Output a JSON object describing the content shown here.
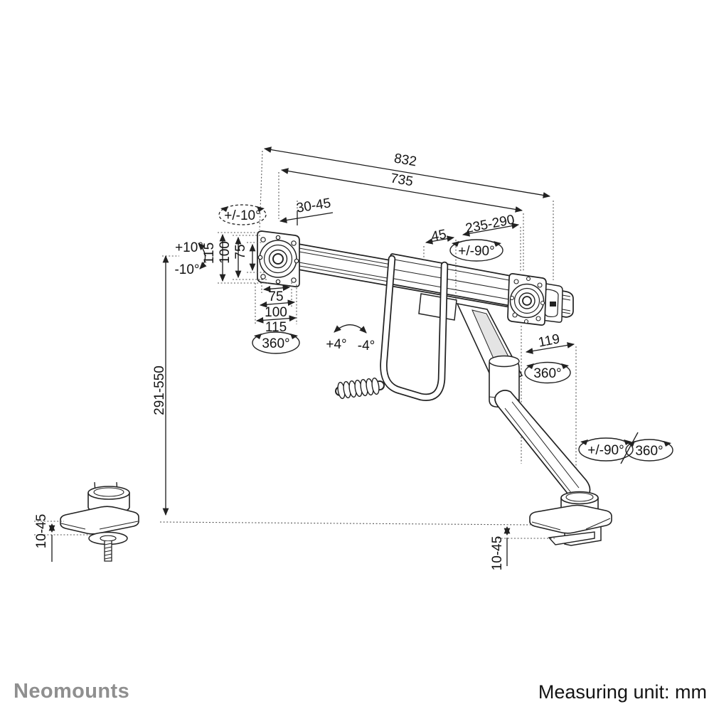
{
  "colors": {
    "background": "#ffffff",
    "line": "#222222",
    "brand_gray": "#8f8f8f",
    "text": "#141414"
  },
  "footer": {
    "brand": "Neomounts",
    "measuring_unit": "Measuring unit: mm"
  },
  "labels": {
    "dim_832": "832",
    "dim_735": "735",
    "dim_30_45": "30-45",
    "badge_tilt": "+/-10°",
    "tilt_up": "+10°",
    "tilt_down": "-10°",
    "dim_115_v": "115",
    "dim_100_v": "100",
    "dim_75_v": "75",
    "dim_75_h": "75",
    "dim_100_h": "100",
    "dim_115_h": "115",
    "badge_rotate_left": "360°",
    "rail_tilt_up": "+4°",
    "rail_tilt_down": "-4°",
    "dim_45": "45",
    "dim_235_290": "235-290",
    "badge_swivel_mid": "+/-90°",
    "dim_119": "119",
    "badge_rotate_mid": "360°",
    "dim_291_550": "291-550",
    "badge_swivel_base": "+/-90°",
    "badge_rotate_base": "360°",
    "dim_10_45_left": "10-45",
    "dim_10_45_right": "10-45"
  }
}
